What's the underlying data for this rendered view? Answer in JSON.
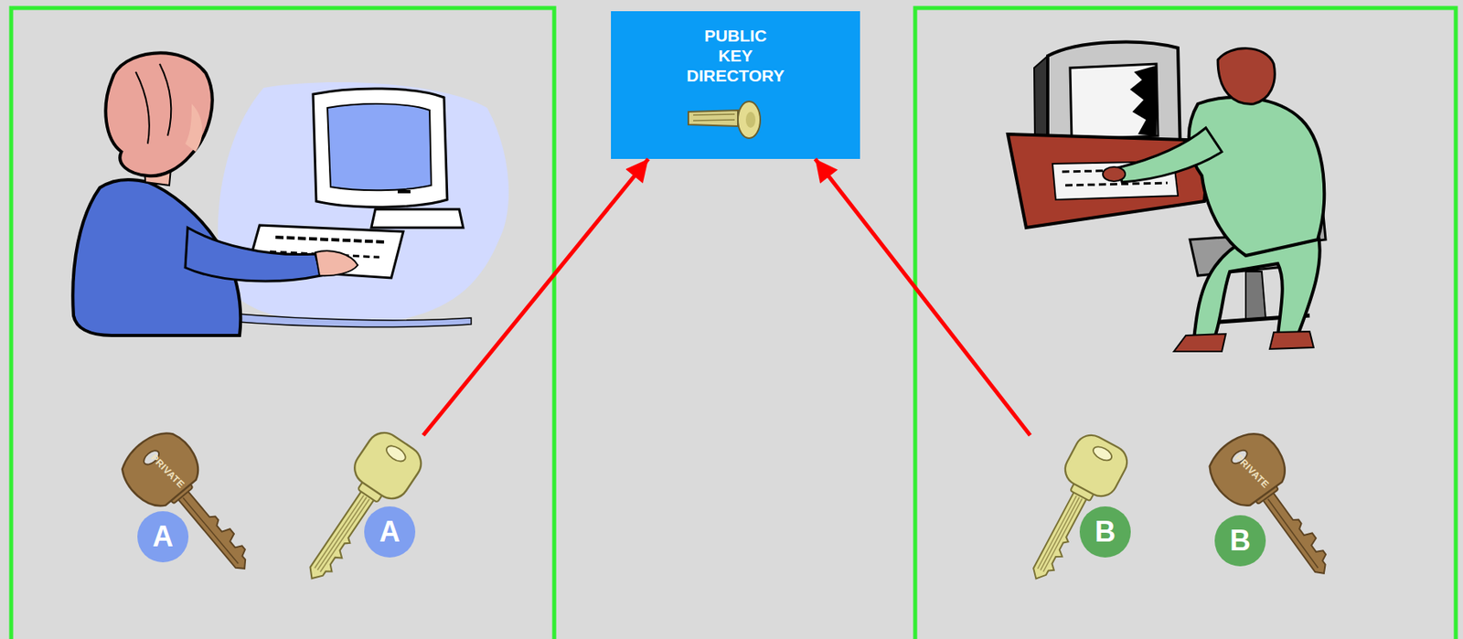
{
  "diagram": {
    "nodes": [
      {
        "text": [
          "PUBLIC KEY DIRECTORY"
        ]
      },
      {
        "text": [
          "PRIVATE",
          "A"
        ]
      },
      {
        "text": [
          "A"
        ]
      },
      {
        "text": [
          "B"
        ]
      },
      {
        "text": [
          "PRIVATE",
          "B"
        ]
      }
    ],
    "edges": [
      {
        "from": 2,
        "to": 0,
        "arrow": "to"
      },
      {
        "from": 3,
        "to": 0,
        "arrow": "to"
      }
    ]
  }
}
